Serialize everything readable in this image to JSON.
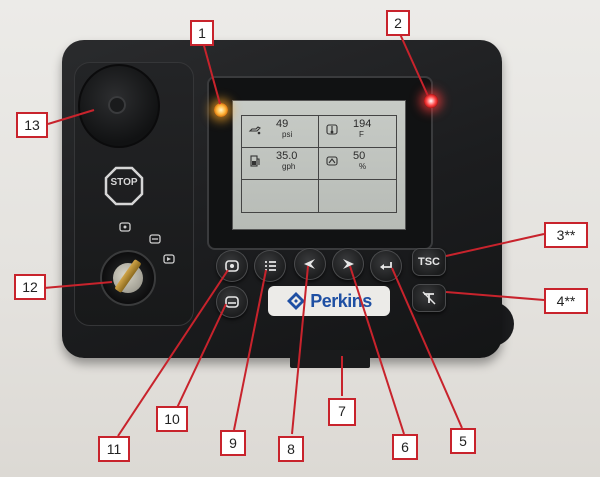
{
  "brand": {
    "name": "Perkins",
    "color": "#1e4fa3",
    "logo_icon": "perkins-diamond-icon"
  },
  "left_panel": {
    "stop_label": "STOP",
    "stop_icon": "stop-octagon-icon"
  },
  "lcd": {
    "cells": [
      {
        "icon": "oil-pressure-icon",
        "value": "49",
        "unit": "psi"
      },
      {
        "icon": "coolant-temperature-icon",
        "value": "194",
        "unit": "F"
      },
      {
        "icon": "fuel-rate-icon",
        "value": "35.0",
        "unit": "gph"
      },
      {
        "icon": "engine-load-icon",
        "value": "50",
        "unit": "%"
      },
      {
        "icon": "",
        "value": "",
        "unit": ""
      },
      {
        "icon": "",
        "value": "",
        "unit": ""
      }
    ]
  },
  "buttons": {
    "tsc_label": "TSC",
    "menu_icon": "menu-list-icon",
    "left_icon": "arrow-left-icon",
    "right_icon": "arrow-right-icon",
    "enter_icon": "enter-icon",
    "cancel_tsc_icon": "tsc-cancel-icon",
    "start_icon": "engine-start-icon",
    "stop_engine_icon": "engine-stop-icon"
  },
  "callouts": {
    "c1": "1",
    "c2": "2",
    "c3": "3**",
    "c4": "4**",
    "c5": "5",
    "c6": "6",
    "c7": "7",
    "c8": "8",
    "c9": "9",
    "c10": "10",
    "c11": "11",
    "c12": "12",
    "c13": "13"
  },
  "colors": {
    "callout_border": "#c8232c",
    "led_amber": "#ffb53a",
    "led_red": "#ff4a4a",
    "leader_line": "#c8232c"
  }
}
